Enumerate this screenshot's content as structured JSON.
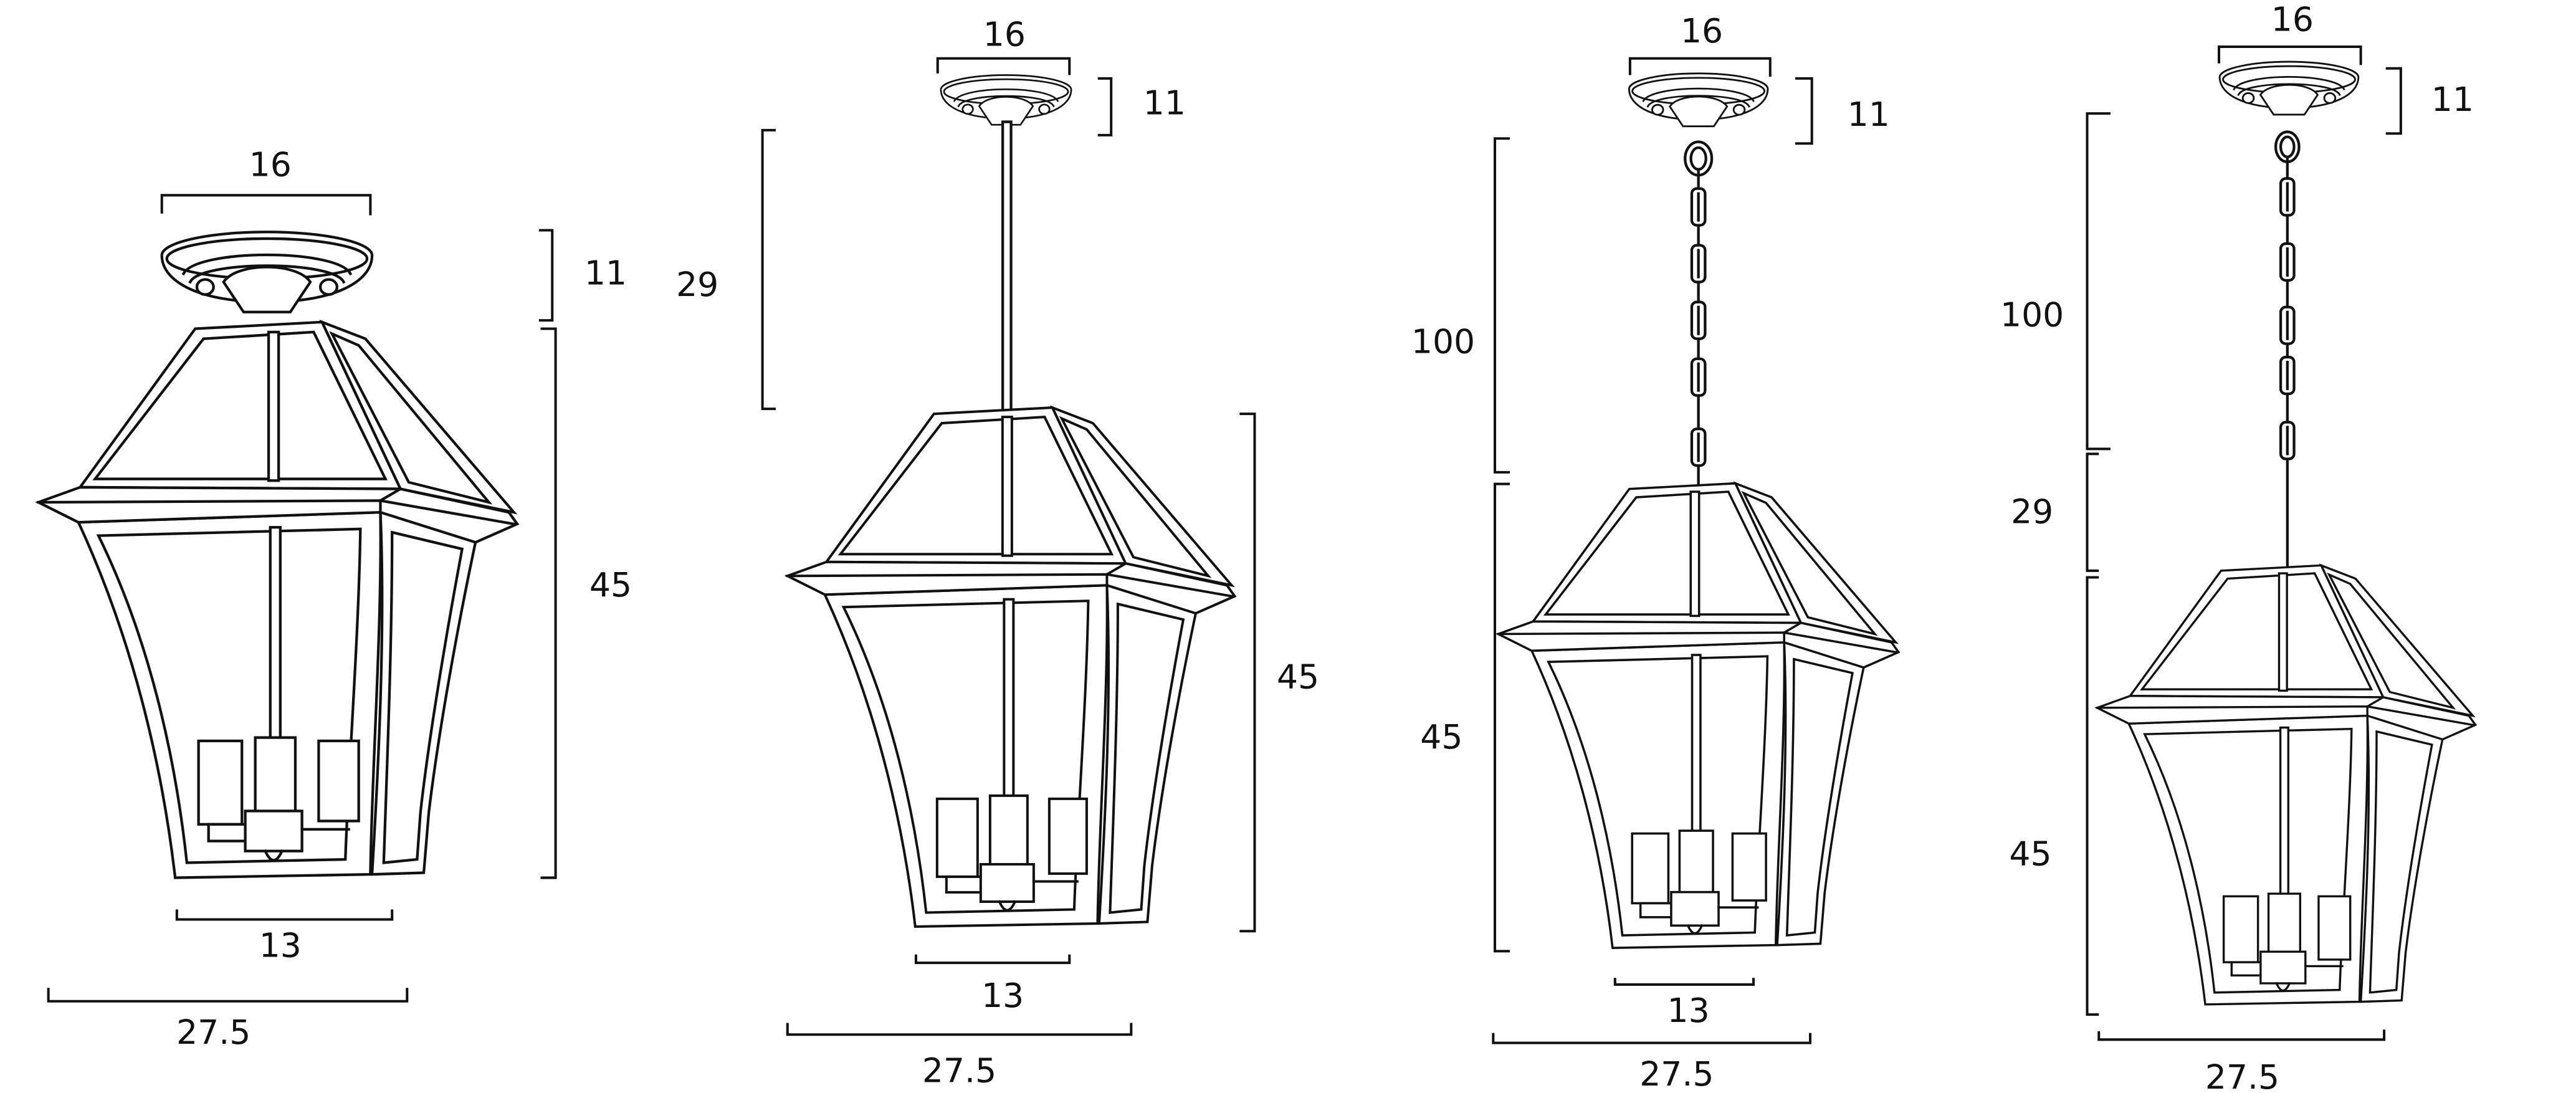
{
  "diagram": {
    "type": "product-dimension-drawing",
    "units_note": "",
    "line_color": "#111111",
    "background": "#ffffff",
    "lanterns": [
      {
        "id": "flush-mount",
        "mount": "close-to-ceiling",
        "labels": {
          "canopy_width": "16",
          "canopy_height": "11",
          "body_height": "45",
          "base_width": "13",
          "overall_width": "27.5"
        }
      },
      {
        "id": "rod-pendant",
        "mount": "rod",
        "labels": {
          "canopy_width": "16",
          "canopy_height": "11",
          "rod_length": "29",
          "body_height": "45",
          "base_width": "13",
          "overall_width": "27.5"
        }
      },
      {
        "id": "chain-pendant",
        "mount": "chain",
        "labels": {
          "canopy_width": "16",
          "canopy_height": "11",
          "chain_length": "100",
          "body_height": "45",
          "base_width": "13",
          "overall_width": "27.5"
        }
      },
      {
        "id": "chain-rod-pendant",
        "mount": "chain-and-rod",
        "labels": {
          "canopy_width": "16",
          "canopy_height": "11",
          "chain_length": "100",
          "rod_length": "29",
          "body_height": "45",
          "overall_width": "27.5"
        }
      }
    ]
  }
}
